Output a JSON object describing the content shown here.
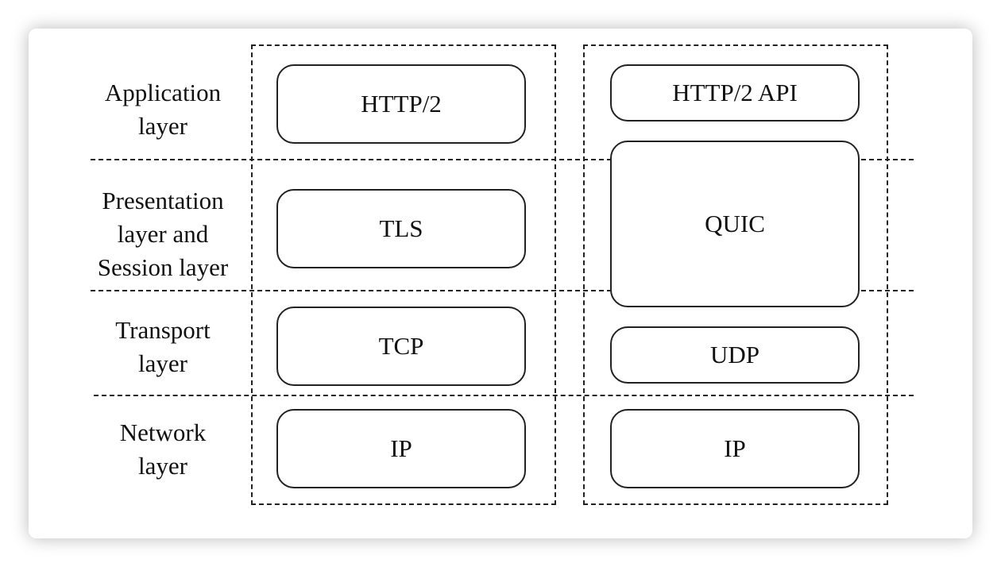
{
  "layers": [
    {
      "id": "application",
      "label": "Application\nlayer"
    },
    {
      "id": "presentation-session",
      "label": "Presentation\nlayer and\nSession layer"
    },
    {
      "id": "transport",
      "label": "Transport\nlayer"
    },
    {
      "id": "network",
      "label": "Network\nlayer"
    }
  ],
  "stacks": [
    {
      "id": "tcp-stack",
      "protocols": [
        "HTTP/2",
        "TLS",
        "TCP",
        "IP"
      ]
    },
    {
      "id": "quic-stack",
      "protocols": [
        "HTTP/2 API",
        "QUIC",
        "UDP",
        "IP"
      ]
    }
  ]
}
